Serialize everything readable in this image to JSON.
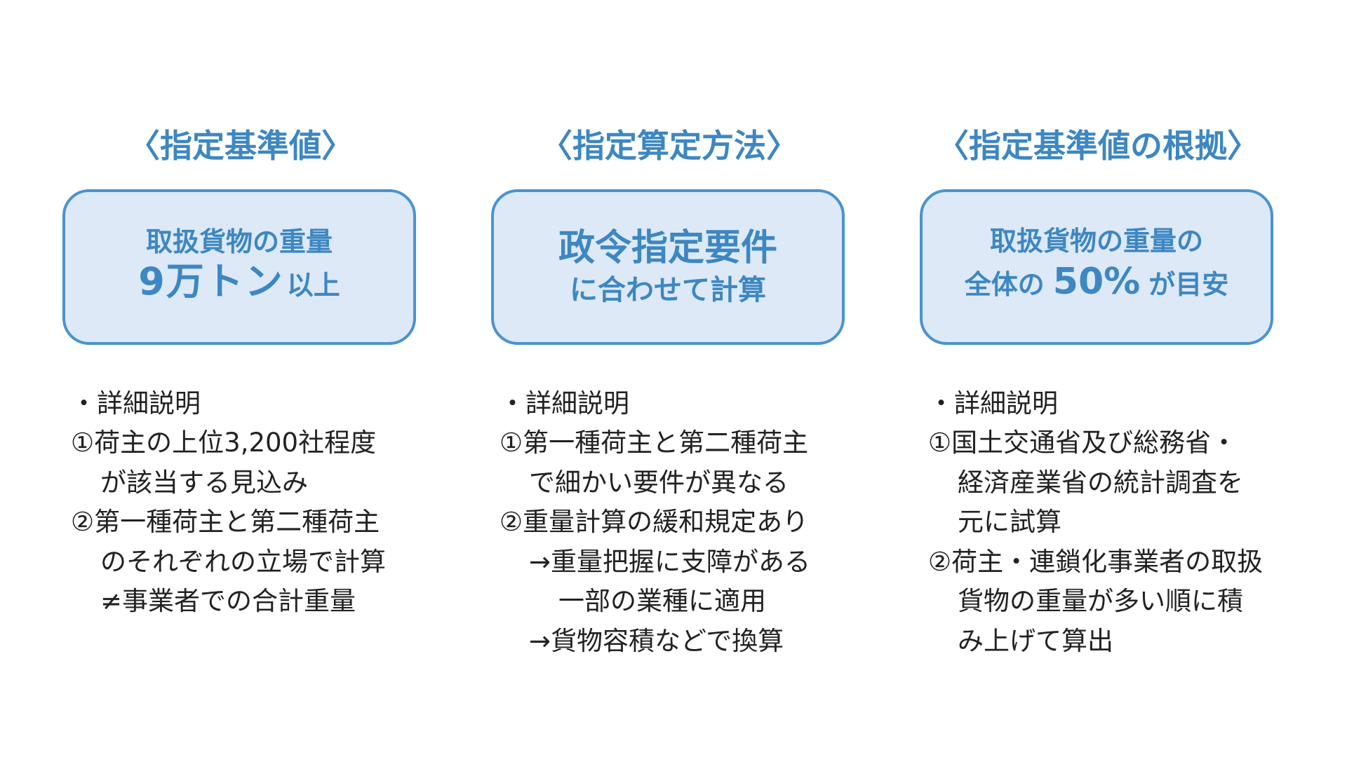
{
  "columns": [
    {
      "heading": "〈指定基準値〉",
      "box": {
        "line1": "取扱貨物の重量",
        "line2_big": "9万トン",
        "line2_small": "以上"
      },
      "detail_heading": "・詳細説明",
      "details": [
        "①荷主の上位3,200社程度",
        "が該当する見込み",
        "②第一種荷主と第二種荷主",
        "のそれぞれの立場で計算",
        "≠事業者での合計重量"
      ]
    },
    {
      "heading": "〈指定算定方法〉",
      "box": {
        "line1": "政令指定要件",
        "line2": "に合わせて計算"
      },
      "detail_heading": "・詳細説明",
      "details": [
        "①第一種荷主と第二種荷主",
        "で細かい要件が異なる",
        "②重量計算の緩和規定あり",
        "→重量把握に支障がある",
        "一部の業種に適用",
        "→貨物容積などで換算"
      ]
    },
    {
      "heading": "〈指定基準値の根拠〉",
      "box": {
        "line1": "取扱貨物の重量の",
        "line2_pre": "全体の",
        "line2_big": "50%",
        "line2_post": "が目安"
      },
      "detail_heading": "・詳細説明",
      "details": [
        "①国土交通省及び総務省・",
        "経済産業省の統計調査を",
        "元に試算",
        "②荷主・連鎖化事業者の取扱",
        "貨物の重量が多い順に積",
        "み上げて算出"
      ]
    }
  ]
}
